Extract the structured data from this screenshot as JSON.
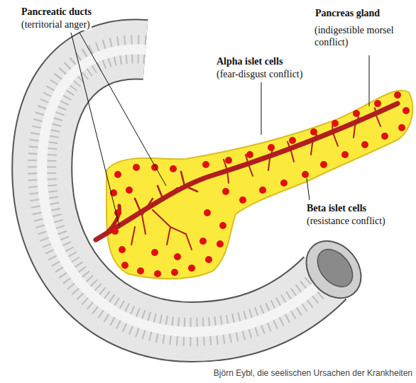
{
  "diagram": {
    "labels": [
      "Pancreatic ducts",
      "(territorial anger)",
      "Alpha islet cells",
      "(fear-disgust conflict)",
      "Pancreas gland",
      "(indigestible morsel conflict)",
      "Beta islet cells",
      "(resistance conflict)",
      "Björn Eybl, die seelischen Ursachen der Krankheiten"
    ]
  }
}
